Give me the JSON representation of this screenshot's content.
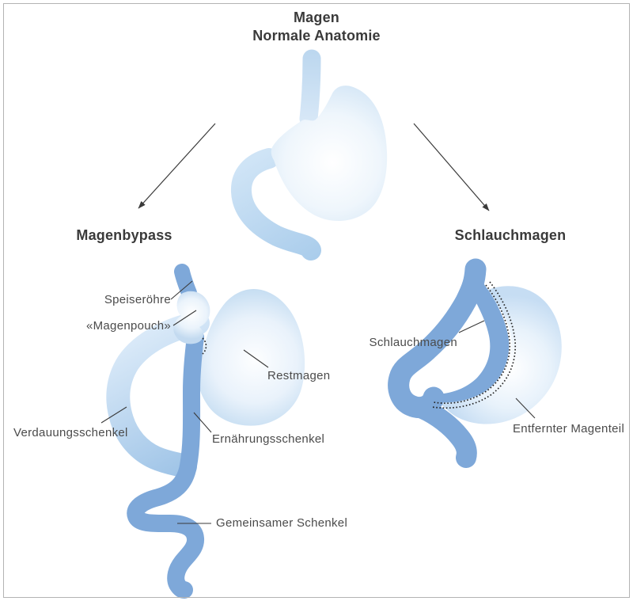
{
  "diagram": {
    "title_line1": "Magen",
    "title_line2": "Normale Anatomie"
  },
  "bypass": {
    "heading": "Magenbypass",
    "label_esophagus": "Speiseröhre",
    "label_pouch": "«Magenpouch»",
    "label_remnant": "Restmagen",
    "label_biliopancreatic_limb": "Verdauungsschenkel",
    "label_alimentary_limb": "Ernährungsschenkel",
    "label_common_limb": "Gemeinsamer Schenkel"
  },
  "sleeve": {
    "heading": "Schlauchmagen",
    "label_sleeve": "Schlauchmagen",
    "label_removed_part": "Entfernter Magenteil"
  },
  "colors": {
    "tube_blue": "#7ea8d9",
    "light_blue_edge": "#bed9f0",
    "highlight_white": "#ffffff",
    "text_dark": "#3a3a3a",
    "label_gray": "#4b4b4b",
    "frame_gray": "#b3b3b3"
  }
}
